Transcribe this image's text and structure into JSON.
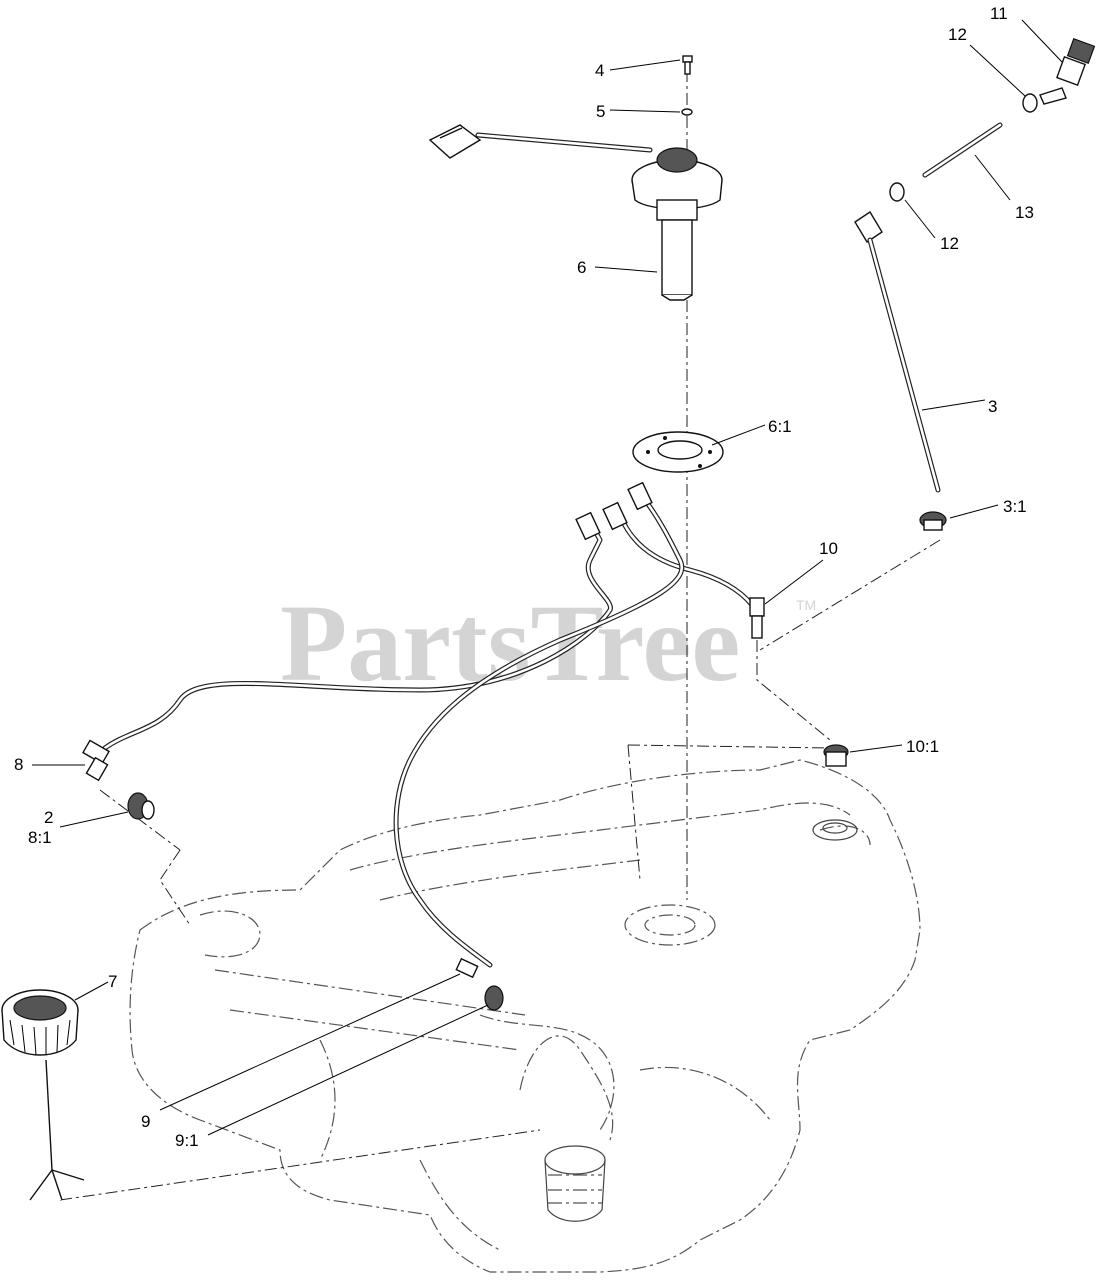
{
  "watermark": {
    "text": "PartsTree",
    "tm": "TM"
  },
  "callouts": {
    "c4": "4",
    "c5": "5",
    "c6": "6",
    "c6_1": "6:1",
    "c11": "11",
    "c12_top": "12",
    "c13": "13",
    "c12_bottom": "12",
    "c3": "3",
    "c3_1": "3:1",
    "c10": "10",
    "c10_1": "10:1",
    "c8": "8",
    "c2": "2",
    "c8_1": "8:1",
    "c7": "7",
    "c9": "9",
    "c9_1": "9:1"
  }
}
